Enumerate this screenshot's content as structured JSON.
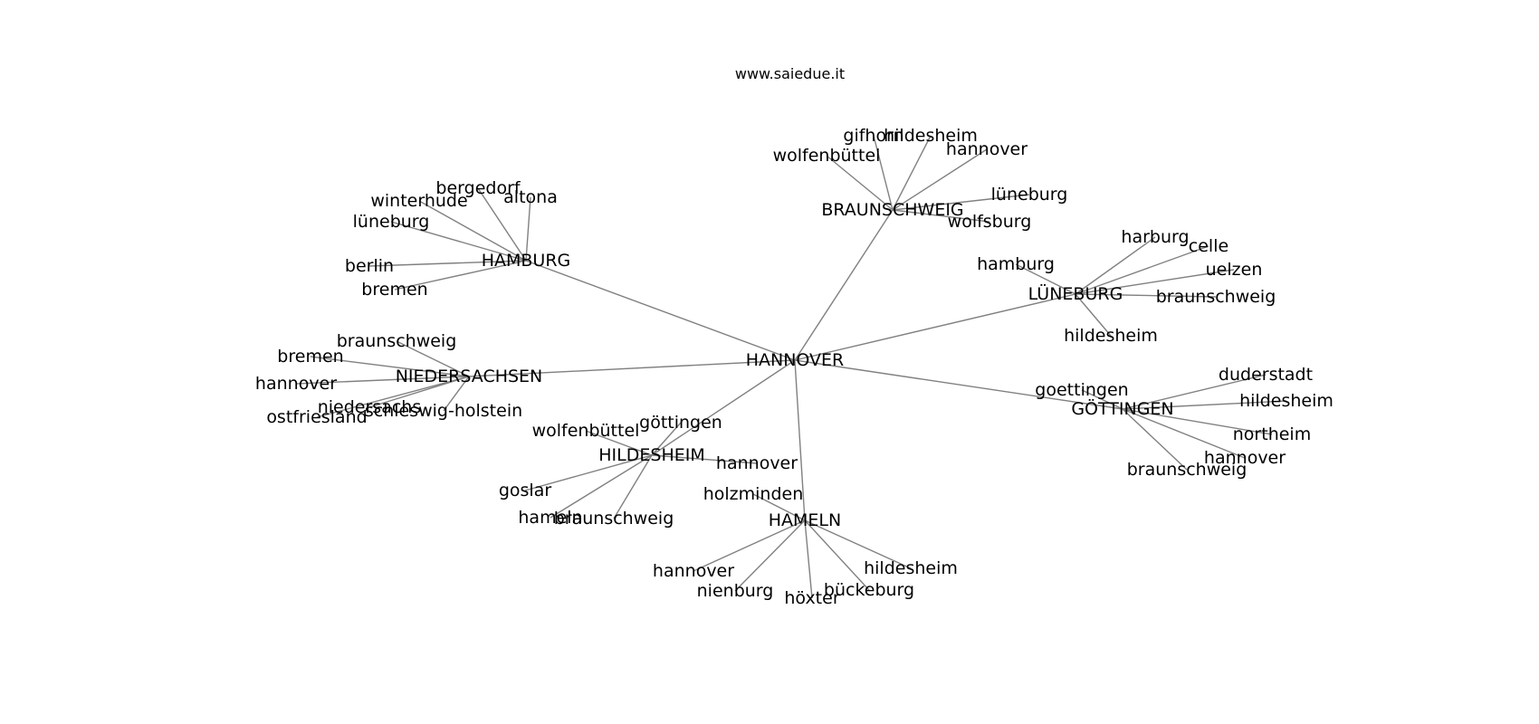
{
  "credit": "www.saiedue.it",
  "root": "HANNOVER",
  "clusters": [
    {
      "id": "hamburg",
      "label": "HAMBURG",
      "leaves": [
        "bergedorf",
        "altona",
        "winterhude",
        "lüneburg",
        "berlin",
        "bremen"
      ]
    },
    {
      "id": "braunschweig",
      "label": "BRAUNSCHWEIG",
      "leaves": [
        "gifhorn",
        "hildesheim",
        "wolfenbüttel",
        "hannover",
        "lüneburg",
        "wolfsburg"
      ]
    },
    {
      "id": "lueneburg",
      "label": "LÜNEBURG",
      "leaves": [
        "harburg",
        "celle",
        "hamburg",
        "uelzen",
        "braunschweig",
        "hildesheim"
      ]
    },
    {
      "id": "niedersachsen",
      "label": "NIEDERSACHSEN",
      "leaves": [
        "braunschweig",
        "bremen",
        "hannover",
        "niedersachs",
        "schleswig-holstein",
        "ostfriesland"
      ]
    },
    {
      "id": "goettingen",
      "label": "GÖTTINGEN",
      "leaves": [
        "duderstadt",
        "goettingen",
        "hildesheim",
        "northeim",
        "hannover",
        "braunschweig"
      ]
    },
    {
      "id": "hildesheim",
      "label": "HILDESHEIM",
      "leaves": [
        "göttingen",
        "wolfenbüttel",
        "hannover",
        "goslar",
        "hameln",
        "braunschweig"
      ]
    },
    {
      "id": "hameln",
      "label": "HAMELN",
      "leaves": [
        "holzminden",
        "hannover",
        "hildesheim",
        "nienburg",
        "bückeburg",
        "höxter"
      ]
    }
  ]
}
